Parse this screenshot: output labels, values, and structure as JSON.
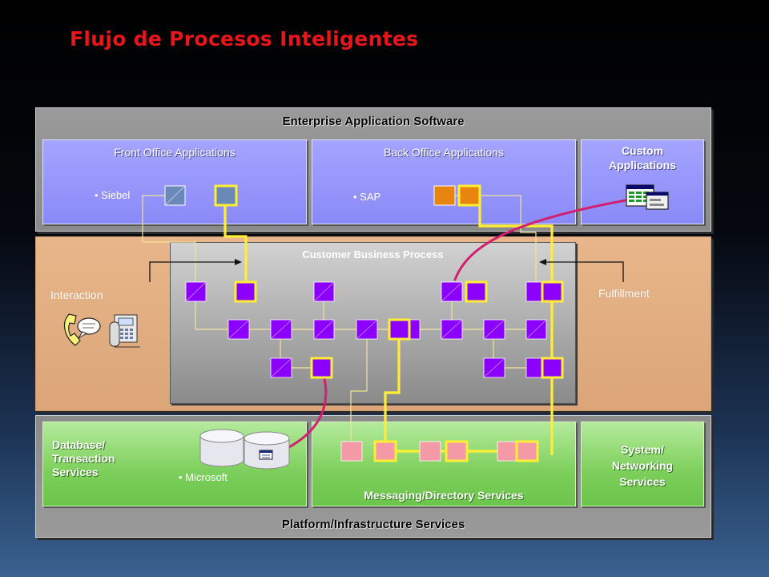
{
  "title": "Flujo de Procesos Inteligentes",
  "top_band": {
    "title": "Enterprise Application Software",
    "front_office": {
      "title": "Front Office Applications",
      "bullet": "• Siebel"
    },
    "back_office": {
      "title": "Back Office Applications",
      "bullet": "• SAP"
    },
    "custom": {
      "title": "Custom Applications"
    }
  },
  "middle_band": {
    "process_title": "Customer Business Process",
    "interaction_label": "Interaction",
    "fulfillment_label": "Fulfillment"
  },
  "bottom_band": {
    "title": "Platform/Infrastructure Services",
    "database": {
      "title": "Database/ Transaction Services",
      "bullet": "• Microsoft"
    },
    "messaging": {
      "title": "Messaging/Directory Services"
    },
    "system": {
      "title": "System/ Networking Services"
    }
  },
  "colors": {
    "title_red": "#e8161b",
    "node_purple": "#8b00ff",
    "highlight_yellow": "#ffee33",
    "link_magenta": "#d0206f",
    "node_pink": "#f49aa6",
    "node_orange": "#e88510",
    "node_steel": "#6b89b8"
  },
  "icons": [
    "telephone-icon",
    "fax-machine-icon",
    "spreadsheet-window-icon",
    "database-cylinder-icon"
  ]
}
